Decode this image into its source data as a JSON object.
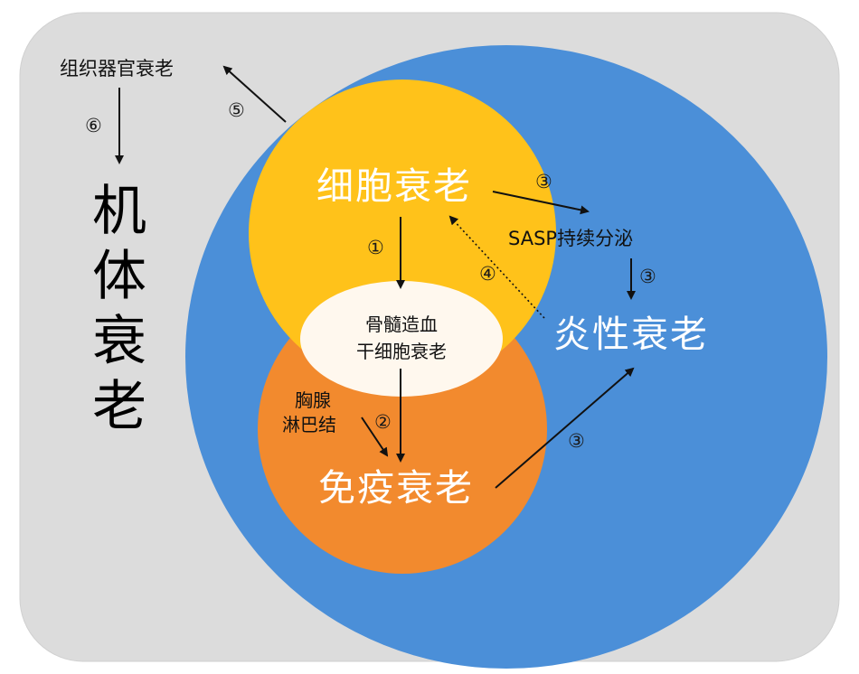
{
  "colors": {
    "frame_bg": "#dcdcdc",
    "outer_circle": "#4b8fd8",
    "cell_circle": "#ffc21a",
    "immune_circle": "#f28a2e",
    "stem_ellipse": "#fff8ee",
    "arrow": "#111111"
  },
  "labels": {
    "tissue_aging": "组织器官衰老",
    "body_aging": "机体衰老",
    "cell_aging": "细胞衰老",
    "immune_aging": "免疫衰老",
    "inflammatory_aging": "炎性衰老",
    "sasp": "SASP持续分泌",
    "stem_cell_line1": "骨髓造血",
    "stem_cell_line2": "干细胞衰老",
    "thymus_line1": "胸腺",
    "thymus_line2": "淋巴结"
  },
  "markers": {
    "n1": "①",
    "n2": "②",
    "n3a": "③",
    "n3b": "③",
    "n3c": "③",
    "n4": "④",
    "n5": "⑤",
    "n6": "⑥"
  }
}
